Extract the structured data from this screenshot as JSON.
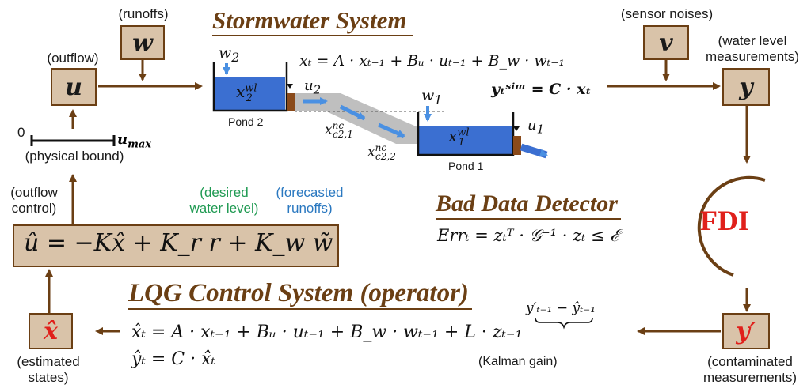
{
  "blocks": {
    "w": "w",
    "u": "u",
    "v": "v",
    "y": "y",
    "y_prime": "y′",
    "x_hat": "x̂"
  },
  "captions": {
    "runoffs": "(runoffs)",
    "outflow": "(outflow)",
    "sensor_noises": "(sensor noises)",
    "water_level_l1": "(water level",
    "water_level_l2": "measurements)",
    "physical_bound": "(physical bound)",
    "bound_zero": "0",
    "bound_max": "u",
    "bound_max_sub": "max",
    "outflow_control_l1": "(outflow",
    "outflow_control_l2": "control)",
    "desired_l1": "(desired",
    "desired_l2": "water level)",
    "forecasted_l1": "(forecasted",
    "forecasted_l2": "runoffs)",
    "estimated_l1": "(estimated",
    "estimated_l2": "states)",
    "contaminated_l1": "(contaminated",
    "contaminated_l2": "measurements)",
    "kalman_gain": "(Kalman gain)",
    "fdi": "FDI"
  },
  "stormwater": {
    "title": "Stormwater System",
    "pond2_label": "Pond 2",
    "pond1_label": "Pond 1",
    "w2": "w",
    "w2_sub": "2",
    "w1": "w",
    "w1_sub": "1",
    "u2": "u",
    "u2_sub": "2",
    "u1": "u",
    "u1_sub": "1",
    "x2wl": "x",
    "x2wl_sub": "2",
    "x2wl_sup": "wl",
    "x1wl": "x",
    "x1wl_sub": "1",
    "x1wl_sup": "wl",
    "xc21": "x",
    "xc21_sub": "c2,1",
    "xc21_sup": "nc",
    "xc22": "x",
    "xc22_sub": "c2,2",
    "xc22_sup": "nc",
    "eq_state": "xₜ = A · xₜ₋₁ + Bᵤ · uₜ₋₁ + B_w · wₜ₋₁",
    "eq_output": "yₜˢⁱᵐ = C · xₜ"
  },
  "detector": {
    "title": "Bad Data Detector",
    "equation": "Errₜ = zₜᵀ · 𝒢⁻¹ · zₜ ≤ ℰ"
  },
  "control_law": {
    "equation": "û = −Kx̂ + K_r r + K_w w̃"
  },
  "lqg": {
    "title": "LQG Control System (operator)",
    "eq1": "x̂ₜ = A · xₜ₋₁ + Bᵤ · uₜ₋₁ + B_w · wₜ₋₁ + L · zₜ₋₁",
    "eq2": "ŷₜ = C · x̂ₜ",
    "innovation": "y′ₜ₋₁ − ŷₜ₋₁"
  },
  "colors": {
    "brown": "#6b3f14",
    "panel_fill": "#fbefcf",
    "box_fill": "#d9c3a9",
    "water": "#3b6fd1",
    "red": "#e0201b",
    "green": "#1f9a52",
    "blue": "#2a78c0"
  }
}
